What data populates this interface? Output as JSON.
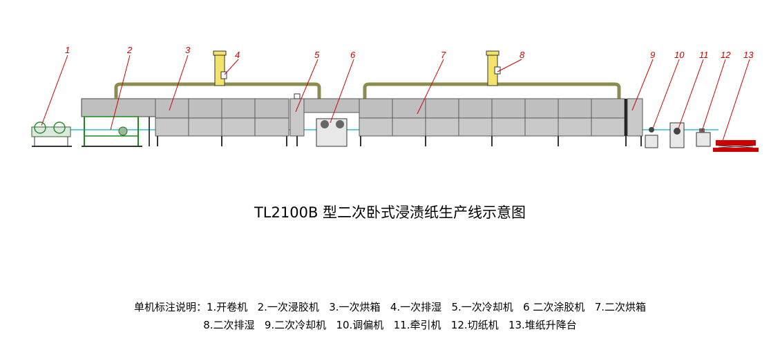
{
  "title": "TL2100B 型二次卧式浸渍纸生产线示意图",
  "legend": {
    "prefix": "单机标注说明：",
    "items": [
      "1.开卷机",
      "2.一次浸胶机",
      "3.一次烘箱",
      "4.一次排湿",
      "5.一次冷却机",
      "6 二次涂胶机",
      "7.二次烘箱",
      "8.二次排湿",
      "9.二次冷却机",
      "10.调偏机",
      "11.牵引机",
      "12.切纸机",
      "13.堆纸升降台"
    ]
  },
  "callouts": [
    "1",
    "2",
    "3",
    "4",
    "5",
    "6",
    "7",
    "8",
    "9",
    "10",
    "11",
    "12",
    "13"
  ],
  "colors": {
    "leader": "#d40000",
    "oven": "#bfbfbf",
    "duct": "#8c8c50",
    "stack": "#f3e36a",
    "frame": "#1a8a1a",
    "web": "#00b0d0",
    "table": "#d00000"
  }
}
